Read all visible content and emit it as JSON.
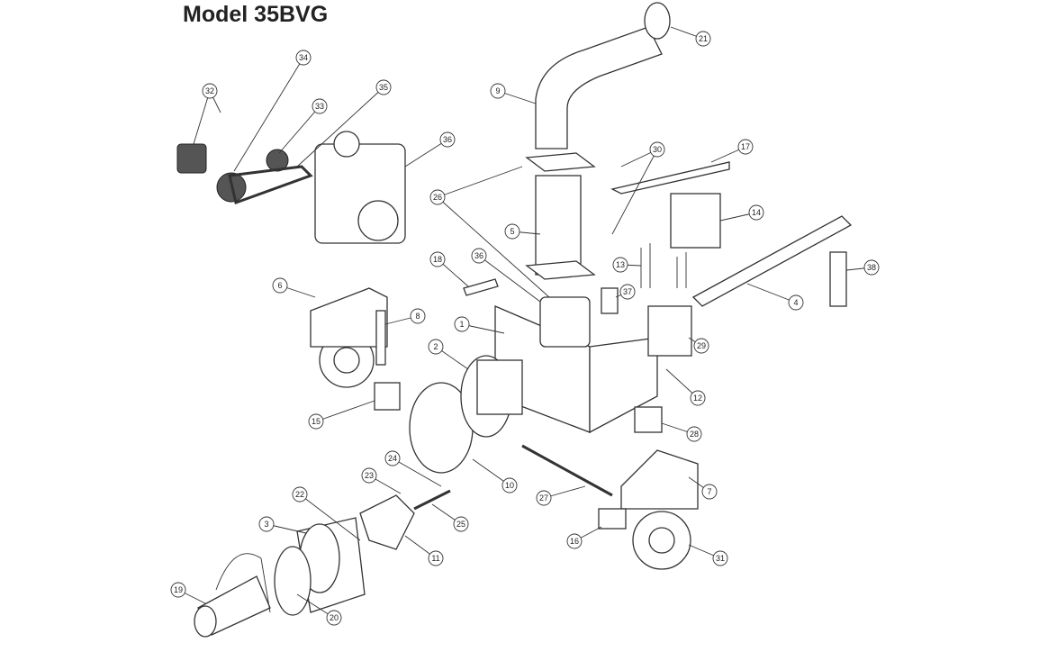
{
  "title": "Model 35BVG",
  "callouts": [
    "21",
    "9",
    "32",
    "34",
    "35",
    "33",
    "36",
    "30",
    "17",
    "26",
    "14",
    "5",
    "13",
    "38",
    "18",
    "36",
    "37",
    "4",
    "6",
    "8",
    "1",
    "29",
    "2",
    "12",
    "15",
    "28",
    "10",
    "7",
    "24",
    "23",
    "22",
    "27",
    "25",
    "3",
    "16",
    "11",
    "31",
    "19",
    "20"
  ]
}
